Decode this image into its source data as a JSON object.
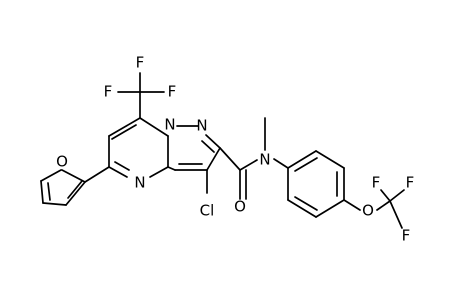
{
  "molecule": {
    "atoms": {
      "F1": "F",
      "F2": "F",
      "F3": "F",
      "F4": "F",
      "F5": "F",
      "F6": "F",
      "O_furan": "O",
      "O_ether": "O",
      "O_carbonyl": "O",
      "N_pyrimidine": "N",
      "N_ring_a": "N",
      "N_ring_b": "N",
      "N_amide": "N",
      "Cl": "Cl"
    }
  }
}
